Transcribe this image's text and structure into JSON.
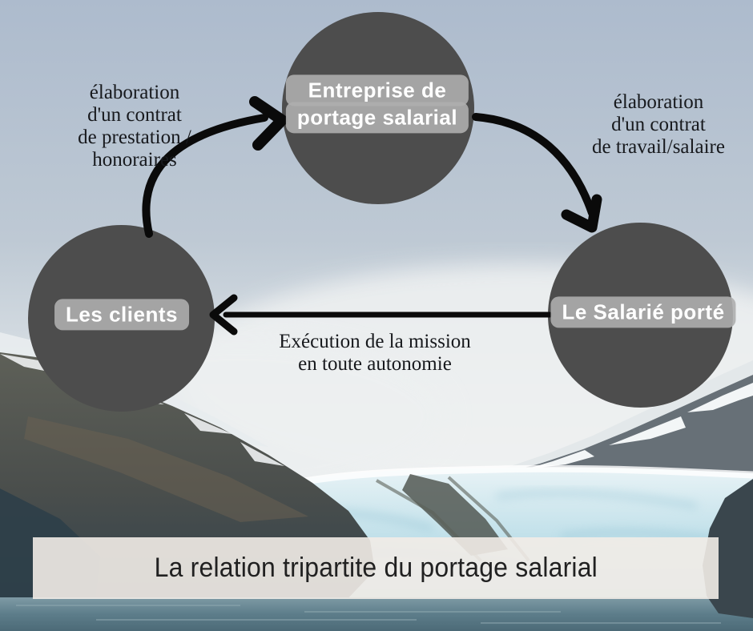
{
  "colors": {
    "circle_fill": "#4d4d4d",
    "label_pill": "rgba(174,174,174,0.9)",
    "label_text": "#ffffff",
    "arrow": "#0a0a0a",
    "edge_text": "#17191d",
    "title_text": "#212121",
    "title_bar_bg": "rgba(242,236,231,0.9)"
  },
  "nodes": {
    "entreprise": {
      "line1": "Entreprise de",
      "line2": "portage salarial"
    },
    "clients": {
      "label": "Les clients"
    },
    "salarie": {
      "label": "Le Salarié porté"
    }
  },
  "edges": {
    "clients_to_entreprise": {
      "line1": "élaboration",
      "line2": "d'un contrat",
      "line3": "de prestation /",
      "line4": "honoraires"
    },
    "entreprise_to_salarie": {
      "line1": "élaboration",
      "line2": "d'un contrat",
      "line3": "de travail/salaire"
    },
    "salarie_to_clients": {
      "line1": "Exécution de la mission",
      "line2": "en toute autonomie"
    }
  },
  "title_bar": {
    "title": "La relation tripartite du portage salarial"
  }
}
